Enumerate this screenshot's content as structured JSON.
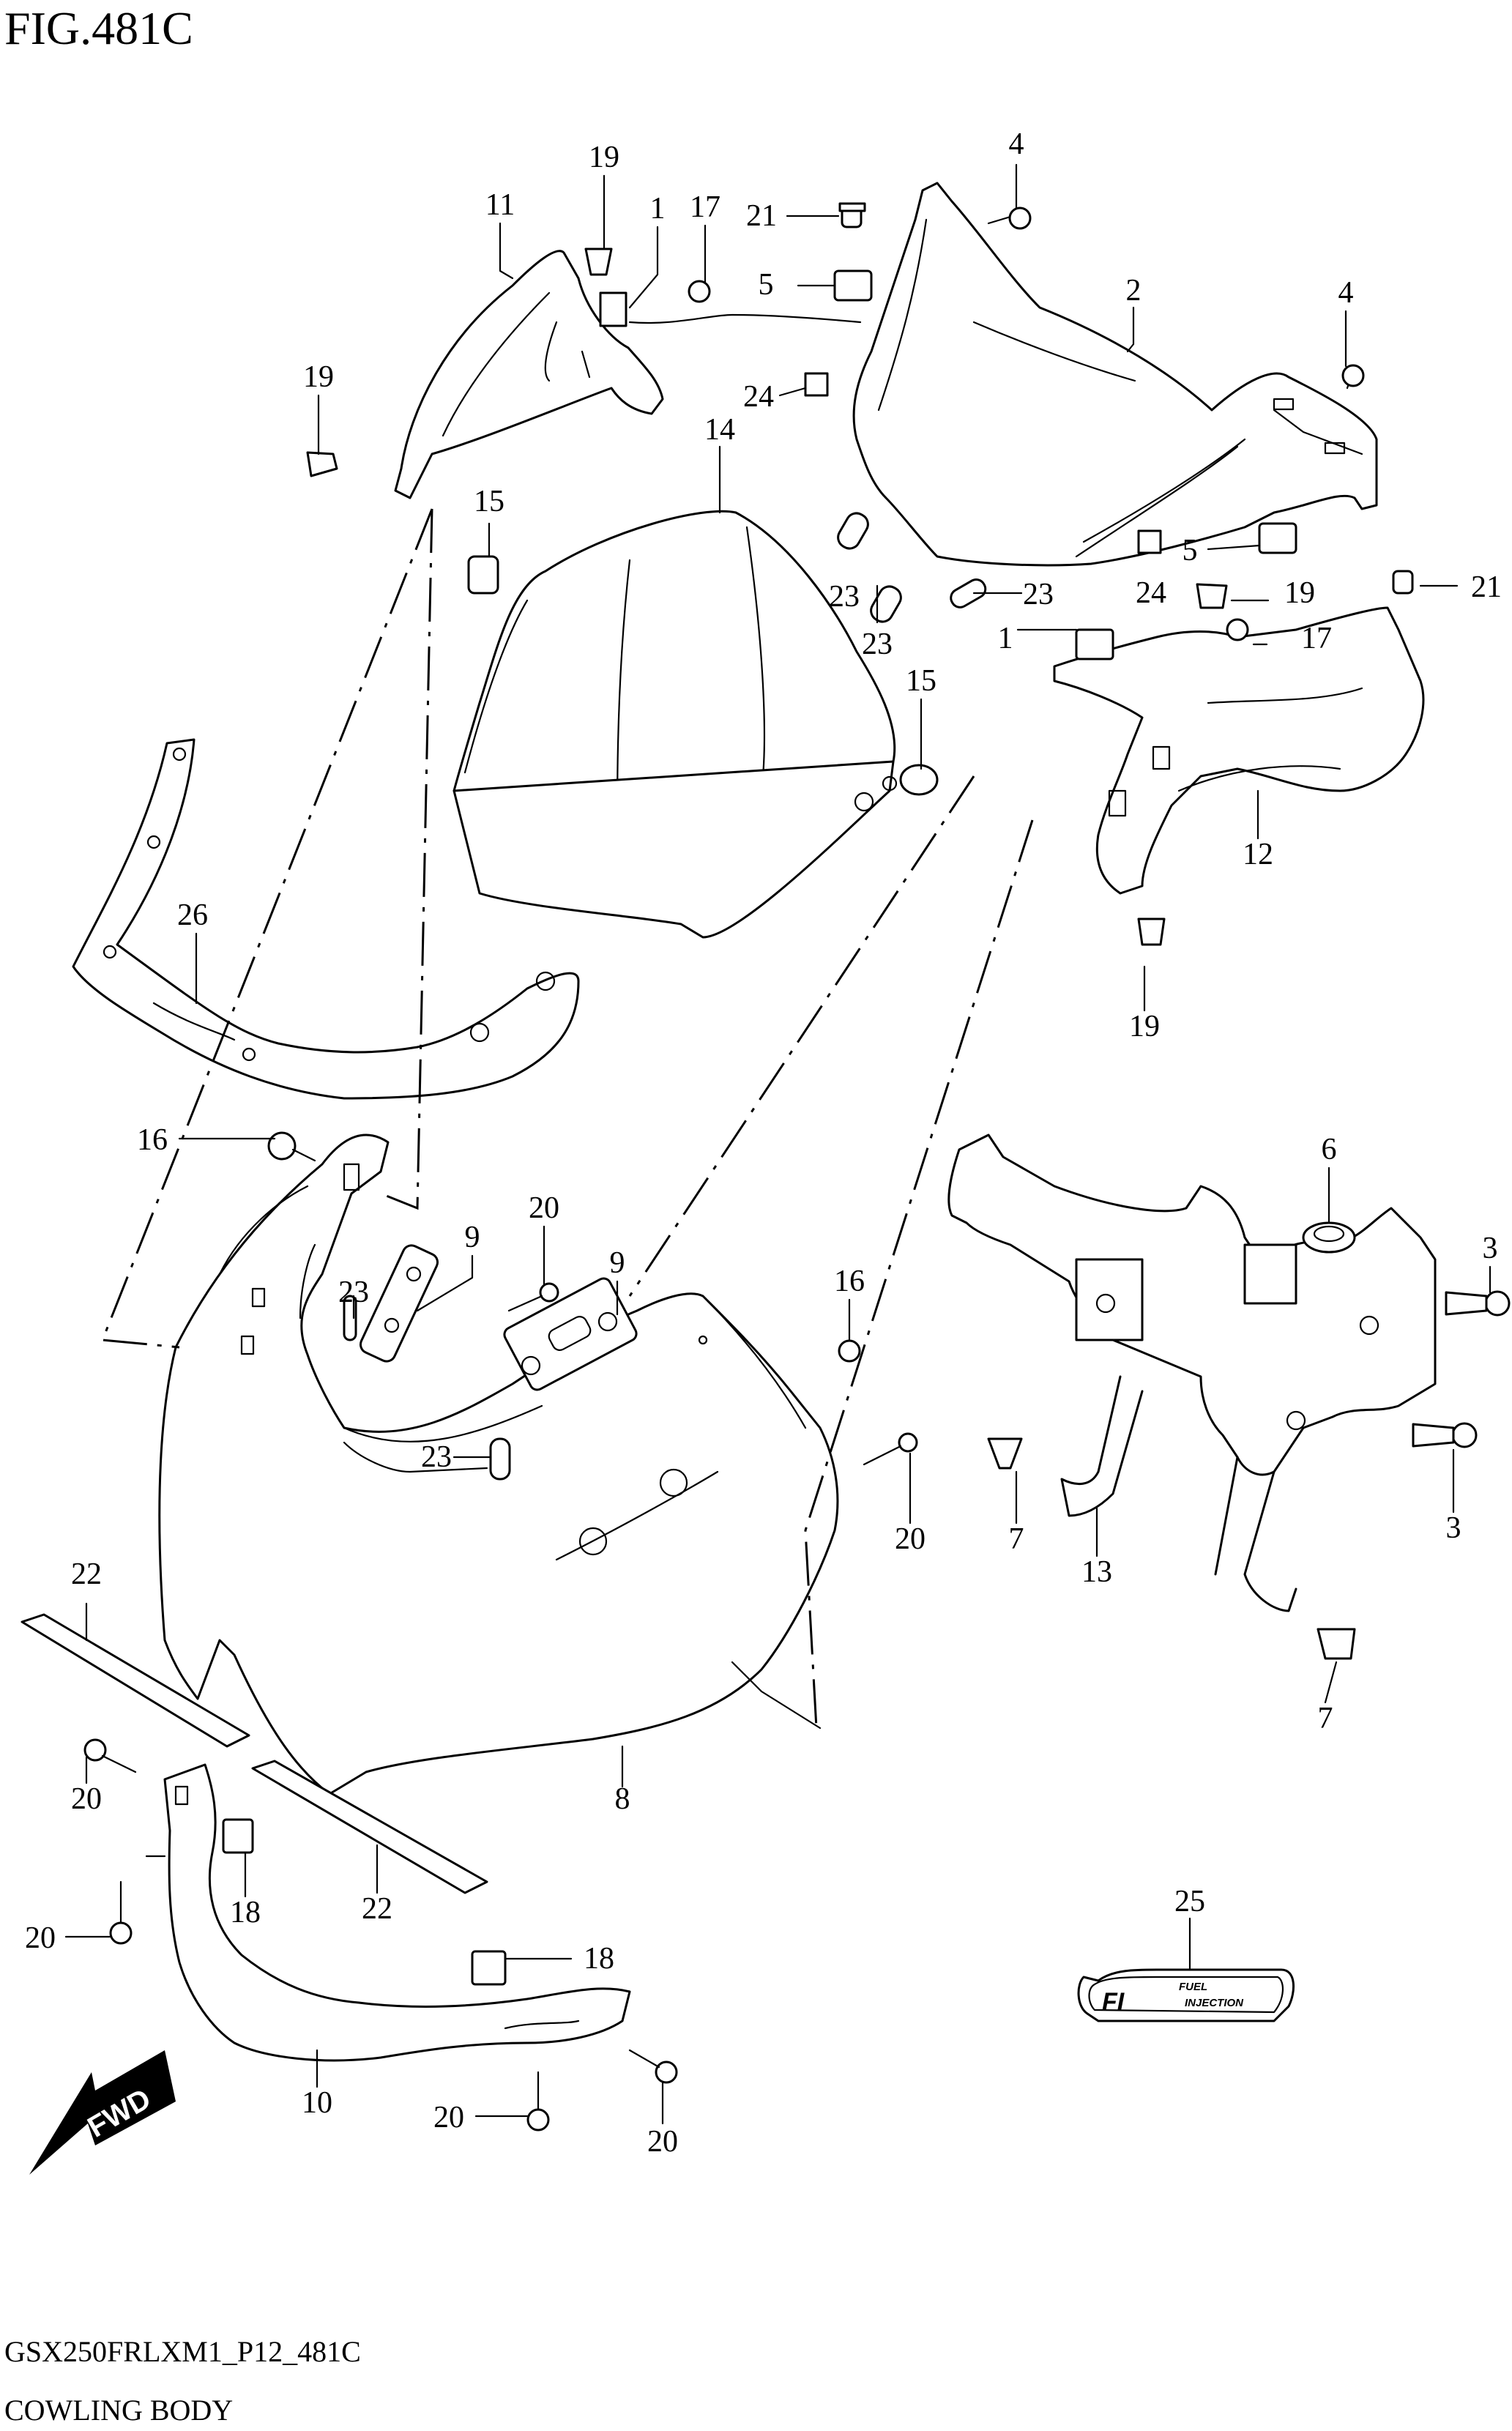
{
  "figure": {
    "title": "FIG.481C",
    "code": "GSX250FRLXM1_P12_481C",
    "section": "COWLING BODY"
  },
  "fwd_label": "FWD",
  "fi_badge": {
    "main": "FI",
    "line1": "FUEL",
    "line2": "INJECTION"
  },
  "callouts": [
    {
      "id": "c19a",
      "label": "19"
    },
    {
      "id": "c11",
      "label": "11"
    },
    {
      "id": "c1a",
      "label": "1"
    },
    {
      "id": "c17a",
      "label": "17"
    },
    {
      "id": "c21a",
      "label": "21"
    },
    {
      "id": "c4a",
      "label": "4"
    },
    {
      "id": "c5a",
      "label": "5"
    },
    {
      "id": "c2",
      "label": "2"
    },
    {
      "id": "c4b",
      "label": "4"
    },
    {
      "id": "c19b",
      "label": "19"
    },
    {
      "id": "c24a",
      "label": "24"
    },
    {
      "id": "c14",
      "label": "14"
    },
    {
      "id": "c15a",
      "label": "15"
    },
    {
      "id": "c5b",
      "label": "5"
    },
    {
      "id": "c23a",
      "label": "23"
    },
    {
      "id": "c23b",
      "label": "23"
    },
    {
      "id": "c24b",
      "label": "24"
    },
    {
      "id": "c19c",
      "label": "19"
    },
    {
      "id": "c21b",
      "label": "21"
    },
    {
      "id": "c1b",
      "label": "1"
    },
    {
      "id": "c17b",
      "label": "17"
    },
    {
      "id": "c23c",
      "label": "23"
    },
    {
      "id": "c15b",
      "label": "15"
    },
    {
      "id": "c12",
      "label": "12"
    },
    {
      "id": "c26",
      "label": "26"
    },
    {
      "id": "c19d",
      "label": "19"
    },
    {
      "id": "c16a",
      "label": "16"
    },
    {
      "id": "c6",
      "label": "6"
    },
    {
      "id": "c20a",
      "label": "20"
    },
    {
      "id": "c9a",
      "label": "9"
    },
    {
      "id": "c9b",
      "label": "9"
    },
    {
      "id": "c3a",
      "label": "3"
    },
    {
      "id": "c23d",
      "label": "23"
    },
    {
      "id": "c16b",
      "label": "16"
    },
    {
      "id": "c23e",
      "label": "23"
    },
    {
      "id": "c20b",
      "label": "20"
    },
    {
      "id": "c7a",
      "label": "7"
    },
    {
      "id": "c13",
      "label": "13"
    },
    {
      "id": "c3b",
      "label": "3"
    },
    {
      "id": "c22a",
      "label": "22"
    },
    {
      "id": "c7b",
      "label": "7"
    },
    {
      "id": "c20c",
      "label": "20"
    },
    {
      "id": "c8",
      "label": "8"
    },
    {
      "id": "c18a",
      "label": "18"
    },
    {
      "id": "c22b",
      "label": "22"
    },
    {
      "id": "c20d",
      "label": "20"
    },
    {
      "id": "c25",
      "label": "25"
    },
    {
      "id": "c18b",
      "label": "18"
    },
    {
      "id": "c10",
      "label": "10"
    },
    {
      "id": "c20e",
      "label": "20"
    },
    {
      "id": "c20f",
      "label": "20"
    }
  ]
}
